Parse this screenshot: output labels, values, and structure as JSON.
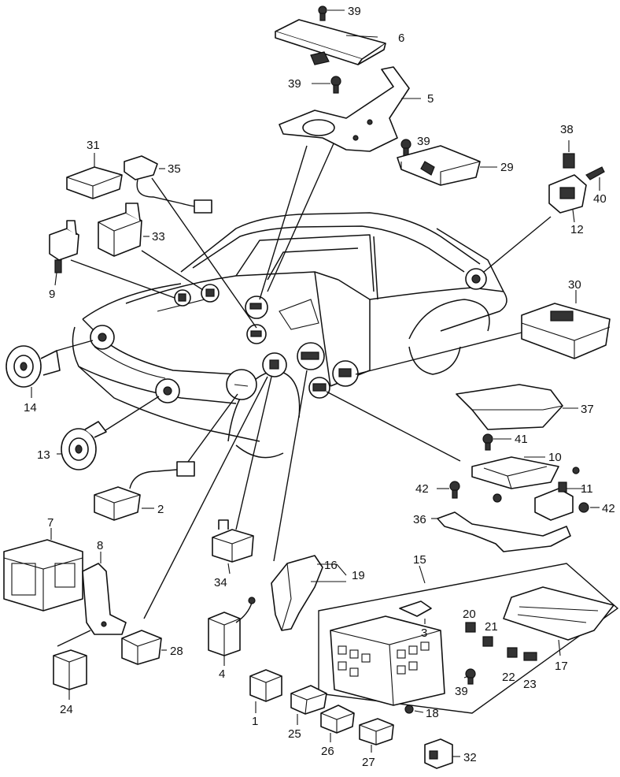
{
  "diagram": {
    "labels": [
      {
        "id": "l39a",
        "text": "39"
      },
      {
        "id": "l6",
        "text": "6"
      },
      {
        "id": "l39b",
        "text": "39"
      },
      {
        "id": "l5",
        "text": "5"
      },
      {
        "id": "l39c",
        "text": "39"
      },
      {
        "id": "l29",
        "text": "29"
      },
      {
        "id": "l38",
        "text": "38"
      },
      {
        "id": "l40",
        "text": "40"
      },
      {
        "id": "l12",
        "text": "12"
      },
      {
        "id": "l31",
        "text": "31"
      },
      {
        "id": "l35",
        "text": "35"
      },
      {
        "id": "l33",
        "text": "33"
      },
      {
        "id": "l9",
        "text": "9"
      },
      {
        "id": "l30",
        "text": "30"
      },
      {
        "id": "l14",
        "text": "14"
      },
      {
        "id": "l37",
        "text": "37"
      },
      {
        "id": "l41",
        "text": "41"
      },
      {
        "id": "l13",
        "text": "13"
      },
      {
        "id": "l10",
        "text": "10"
      },
      {
        "id": "l11",
        "text": "11"
      },
      {
        "id": "l42a",
        "text": "42"
      },
      {
        "id": "l42b",
        "text": "42"
      },
      {
        "id": "l2",
        "text": "2"
      },
      {
        "id": "l36",
        "text": "36"
      },
      {
        "id": "l7",
        "text": "7"
      },
      {
        "id": "l8",
        "text": "8"
      },
      {
        "id": "l34",
        "text": "34"
      },
      {
        "id": "l16",
        "text": "16"
      },
      {
        "id": "l19",
        "text": "19"
      },
      {
        "id": "l15",
        "text": "15"
      },
      {
        "id": "l3",
        "text": "3"
      },
      {
        "id": "l20",
        "text": "20"
      },
      {
        "id": "l21",
        "text": "21"
      },
      {
        "id": "l28",
        "text": "28"
      },
      {
        "id": "l4",
        "text": "4"
      },
      {
        "id": "l22",
        "text": "22"
      },
      {
        "id": "l23",
        "text": "23"
      },
      {
        "id": "l17",
        "text": "17"
      },
      {
        "id": "l39d",
        "text": "39"
      },
      {
        "id": "l24",
        "text": "24"
      },
      {
        "id": "l1",
        "text": "1"
      },
      {
        "id": "l18",
        "text": "18"
      },
      {
        "id": "l25",
        "text": "25"
      },
      {
        "id": "l26",
        "text": "26"
      },
      {
        "id": "l27",
        "text": "27"
      },
      {
        "id": "l32",
        "text": "32"
      }
    ]
  }
}
